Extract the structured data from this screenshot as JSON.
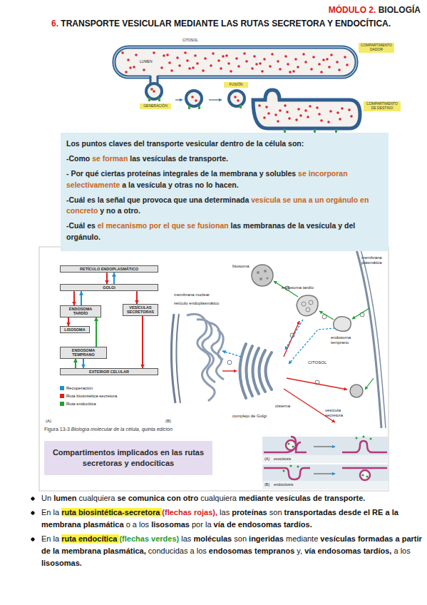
{
  "diagram": {
    "title": "6. TRANSPORTE VESICULAR MEDIANTE LAS RUTAS SECRETORA Y ENDOCÍTICA.",
    "caption": "Figura 13-3 Biología molecular de la célula, quinta edición",
    "nodes": [
      {
        "text": [
          "COMPARTIMENTO DADOR"
        ]
      },
      {
        "text": [
          "FUSIÓN"
        ]
      },
      {
        "text": [
          "COMPARTIMENTO DE DESTINO"
        ]
      },
      {
        "text": [
          "GENERACIÓN"
        ]
      },
      {
        "text": [
          "Los puntos claves del transporte vesicular dentro de la célula son:",
          "-Como se forman las vesículas de transporte.",
          "- Por qué ciertas proteínas integrales de la membrana y solubles se incorporan selectivamente a la vesícula y otras no lo hacen.",
          "-Cuál es la señal que provoca que una determinada vesícula se una a un orgánulo en concreto y no a otro.",
          "-Cuál es el mecanismo por el que se fusionan las membranas de la vesícula y del orgánulo."
        ]
      },
      {
        "text": [
          "RETÍCULO ENDOPLASMÁTICO"
        ]
      },
      {
        "text": [
          "GOLGI"
        ]
      },
      {
        "text": [
          "ENDOSOMA TARDÍO"
        ]
      },
      {
        "text": [
          "VESÍCULAS SECRETORAS"
        ]
      },
      {
        "text": [
          "LISOSOMA"
        ]
      },
      {
        "text": [
          "ENDOSOMA TEMPRANO"
        ]
      },
      {
        "text": [
          "EXTERIOR CELULAR"
        ]
      },
      {
        "text": [
          "Compartimentos implicados en las rutas secretoras y endocíticas"
        ]
      }
    ],
    "edges": [
      {
        "from": 5,
        "to": 6,
        "arrow": "to"
      },
      {
        "from": 6,
        "to": 5,
        "arrow": "to"
      },
      {
        "from": 6,
        "to": 7,
        "arrow": "to"
      },
      {
        "from": 7,
        "to": 6,
        "arrow": "to"
      },
      {
        "from": 6,
        "to": 8,
        "arrow": "to"
      },
      {
        "from": 8,
        "to": 11,
        "arrow": "to"
      },
      {
        "from": 7,
        "to": 9,
        "arrow": "to"
      },
      {
        "from": 10,
        "to": 7,
        "arrow": "to"
      },
      {
        "from": 11,
        "to": 10,
        "arrow": "to"
      },
      {
        "from": 10,
        "to": 11,
        "arrow": "to"
      }
    ],
    "labels": [
      "MÓDULO 2. BIOLOGÍA",
      "CITOSOL",
      "LUMEN",
      "lisosoma",
      "endosoma tardío",
      "membrana plasmática",
      "membrana nuclear",
      "retículo endoplasmático",
      "endosoma temprano",
      "CITOSOL",
      "cisterna",
      "complejo de Golgi",
      "vesícula secretora",
      "(A)",
      "(B)",
      "(A)",
      "exocitosis",
      "(B)",
      "endocitosis",
      "Un lumen cualquiera se comunica con otro cualquiera mediante vesículas de transporte.",
      "En la ruta biosintética-secretora (flechas rojas), las proteínas son transportadas desde el RE a la membrana plasmática o a los lisosomas por la vía de endosomas tardíos.",
      "En la ruta endocítica (flechas verdes) las moléculas son ingeridas mediante vesículas formadas a partir de la membrana plasmática, conducidas a los endosomas tempranos y, vía endosomas tardíos, a los lisosomas."
    ],
    "legend": [
      {
        "text": "Recuperación",
        "color": "#1e8fd6"
      },
      {
        "text": "Ruta biosintética-secretora",
        "color": "#e01f1f"
      },
      {
        "text": "Ruta endocítica",
        "color": "#23a033"
      }
    ]
  }
}
